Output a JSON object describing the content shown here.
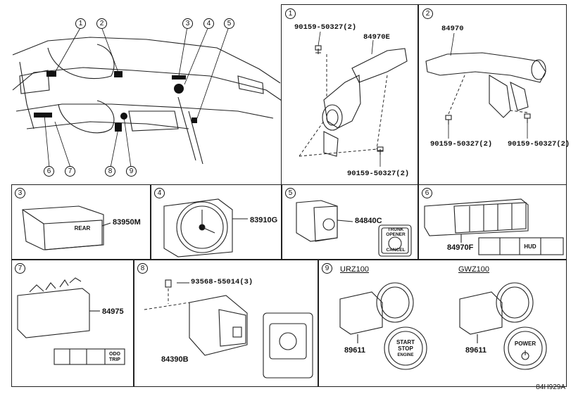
{
  "diagram_code": "84H929A",
  "overview": {
    "callouts": [
      "1",
      "2",
      "3",
      "4",
      "5",
      "6",
      "7",
      "8",
      "9"
    ]
  },
  "panels": [
    {
      "id": "1",
      "labels": {
        "bolt_top": "90159-50327(2)",
        "main": "84970E",
        "bolt_bottom": "90159-50327(2)"
      }
    },
    {
      "id": "2",
      "labels": {
        "main": "84970",
        "bolt_left": "90159-50327(2)",
        "bolt_right": "90159-50327(2)"
      }
    },
    {
      "id": "3",
      "labels": {
        "main": "83950M",
        "face_text": "REAR"
      }
    },
    {
      "id": "4",
      "labels": {
        "main": "83910G"
      }
    },
    {
      "id": "5",
      "labels": {
        "main": "84840C",
        "face_text": "TRUNK OPENER",
        "cancel_text": "CANCEL"
      }
    },
    {
      "id": "6",
      "labels": {
        "main": "84970F",
        "hud_text": "HUD"
      }
    },
    {
      "id": "7",
      "labels": {
        "main": "84975",
        "detail_text": "ODO TRIP"
      }
    },
    {
      "id": "8",
      "labels": {
        "bolt": "93568-55014(3)",
        "main": "84390B"
      }
    },
    {
      "id": "9",
      "labels": {
        "left_model": "URZ100",
        "right_model": "GWZ100",
        "left_part": "89611",
        "right_part": "89611",
        "left_btn_line1": "START",
        "left_btn_line2": "STOP",
        "left_btn_line3": "ENGINE",
        "right_btn": "POWER"
      }
    }
  ]
}
